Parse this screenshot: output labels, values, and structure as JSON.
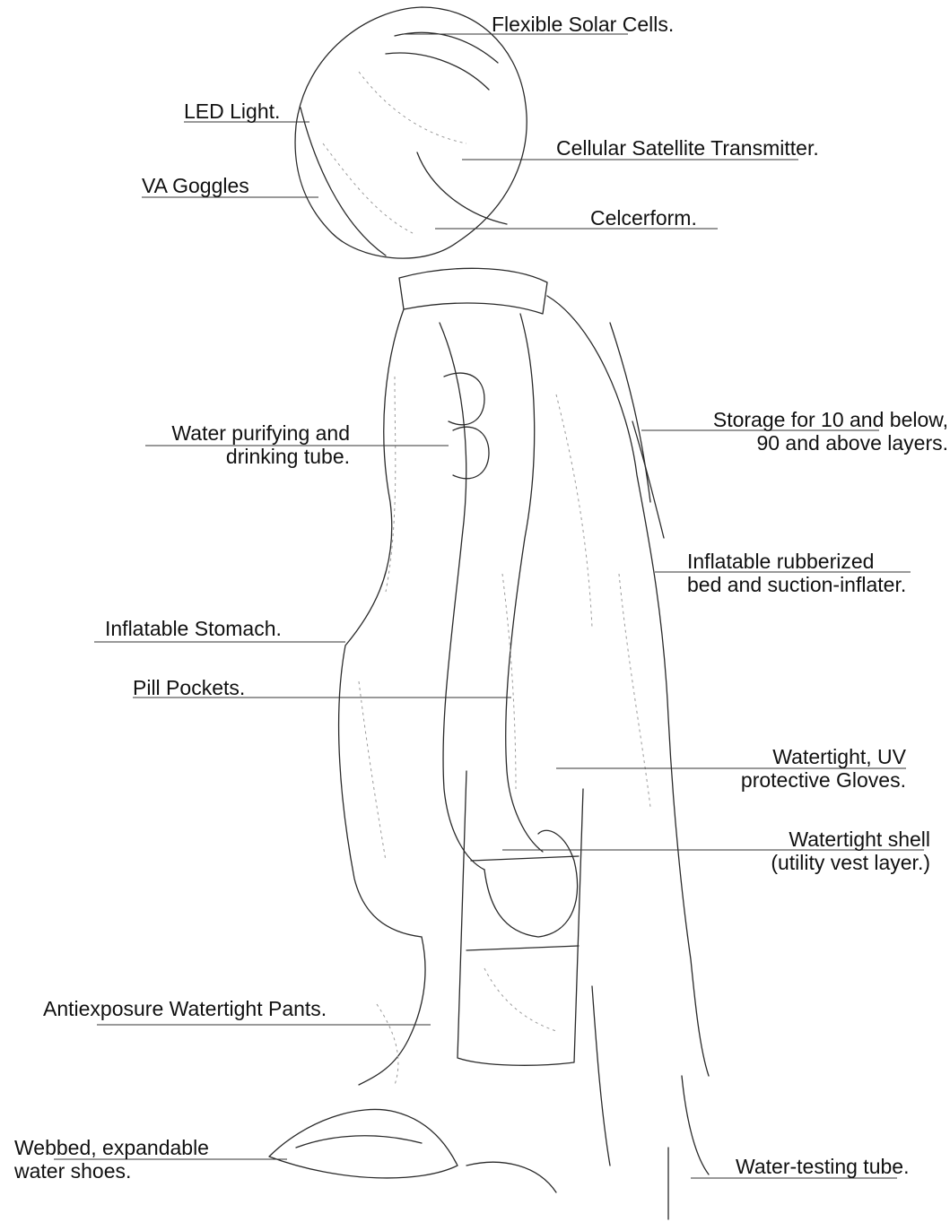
{
  "labels": {
    "solar_cells": "Flexible Solar Cells.",
    "led_light": "LED Light.",
    "satellite": "Cellular Satellite Transmitter.",
    "goggles": "VA Goggles",
    "celcerform": "Celcerform.",
    "storage": [
      "Storage for 10 and below,",
      "90 and above layers."
    ],
    "water_tube": [
      "Water purifying and",
      "drinking tube."
    ],
    "bed": [
      "Inflatable rubberized",
      "bed and suction-inflater."
    ],
    "stomach": "Inflatable Stomach.",
    "pill_pockets": "Pill Pockets.",
    "gloves": [
      "Watertight, UV",
      "protective Gloves."
    ],
    "shell": [
      "Watertight shell",
      "(utility vest layer.)"
    ],
    "pants": "Antiexposure Watertight Pants.",
    "shoes": [
      "Webbed, expandable",
      "water shoes."
    ],
    "testing_tube": "Water-testing tube."
  },
  "colors": {
    "outline": "#2a2a2a",
    "shading": "#9a9a9a",
    "leader": "#333333"
  },
  "figure": "line-drawing of a person in a survival suit, viewed from the side, with leader lines to labeled equipment"
}
